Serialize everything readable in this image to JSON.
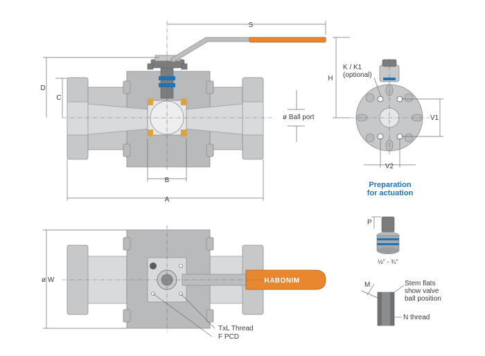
{
  "labels": {
    "S": "S",
    "H": "H",
    "D": "D",
    "C": "C",
    "B": "B",
    "A": "A",
    "ball_port": "ø Ball port",
    "k_k1": "K / K1",
    "optional": "(optional)",
    "v1": "V1",
    "v2": "V2",
    "prep_line1": "Preparation",
    "prep_line2": "for actuation",
    "P": "P",
    "thread_range": "½\" - ¾\"",
    "M": "M",
    "stem_flats_1": "Stem flats",
    "stem_flats_2": "show valve",
    "stem_flats_3": "ball position",
    "n_thread": "N thread",
    "W": "ø W",
    "txl_thread": "TxL Thread",
    "f_pcd": "F PCD",
    "brand": "HABONIM"
  },
  "colors": {
    "handle": "#e8872e",
    "accent_blue": "#1f74b6",
    "body_gray": "#c7c8ca",
    "seat_gold": "#d9a441"
  }
}
